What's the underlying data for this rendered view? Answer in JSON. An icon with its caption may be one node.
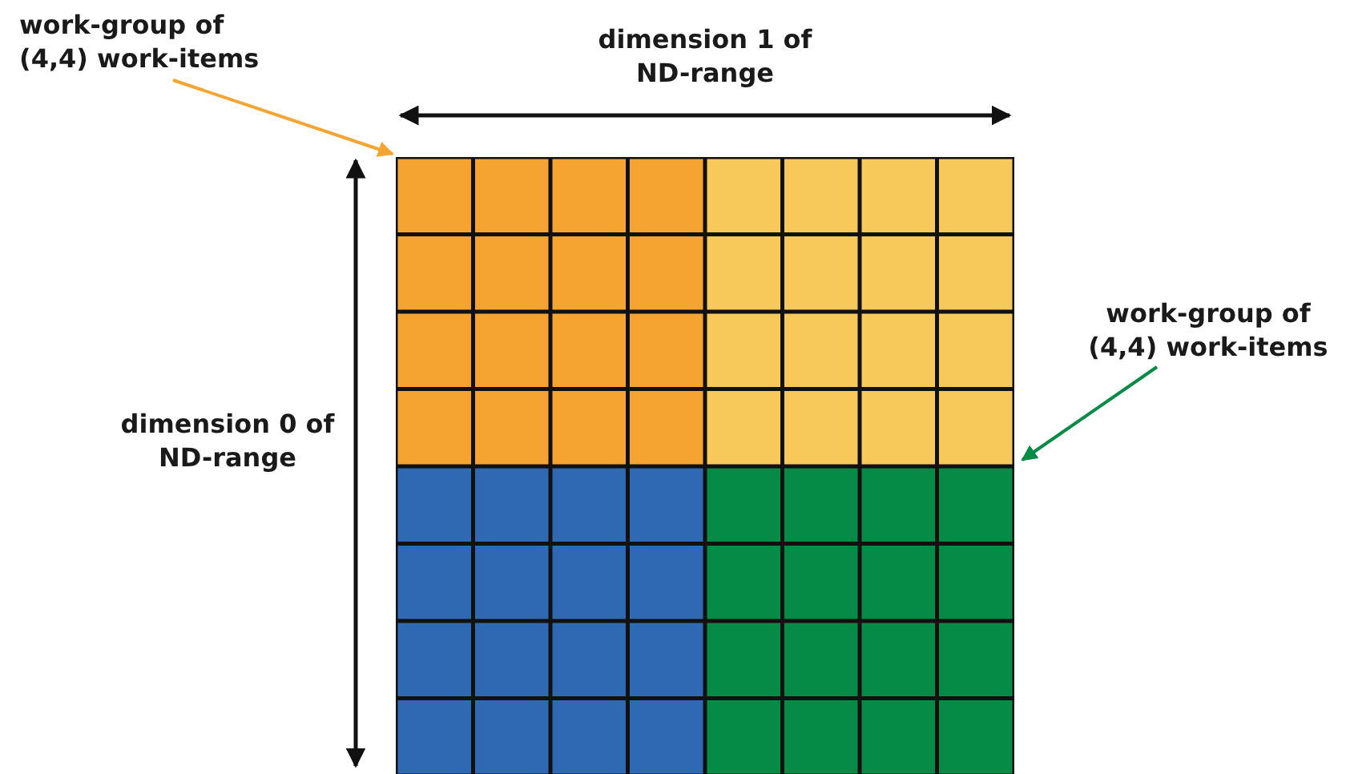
{
  "diagram": {
    "nodes": [
      {
        "text": [
          "work-group of (4,4) work-items"
        ]
      },
      {
        "text": [],
        "shape": "box"
      },
      {
        "text": [],
        "shape": "box"
      },
      {
        "text": [
          "work-group of (4,4) work-items"
        ]
      },
      {
        "text": [],
        "shape": "box"
      },
      {
        "text": [],
        "shape": "box"
      }
    ],
    "edges": [
      {
        "from": 0,
        "to": 1,
        "arrow": "to",
        "color": "#f5a431"
      },
      {
        "from": 3,
        "to": 5,
        "arrow": "to",
        "color": "#058b45"
      }
    ],
    "labels": [
      "dimension 1 of ND-range",
      "dimension 0 of ND-range"
    ]
  }
}
